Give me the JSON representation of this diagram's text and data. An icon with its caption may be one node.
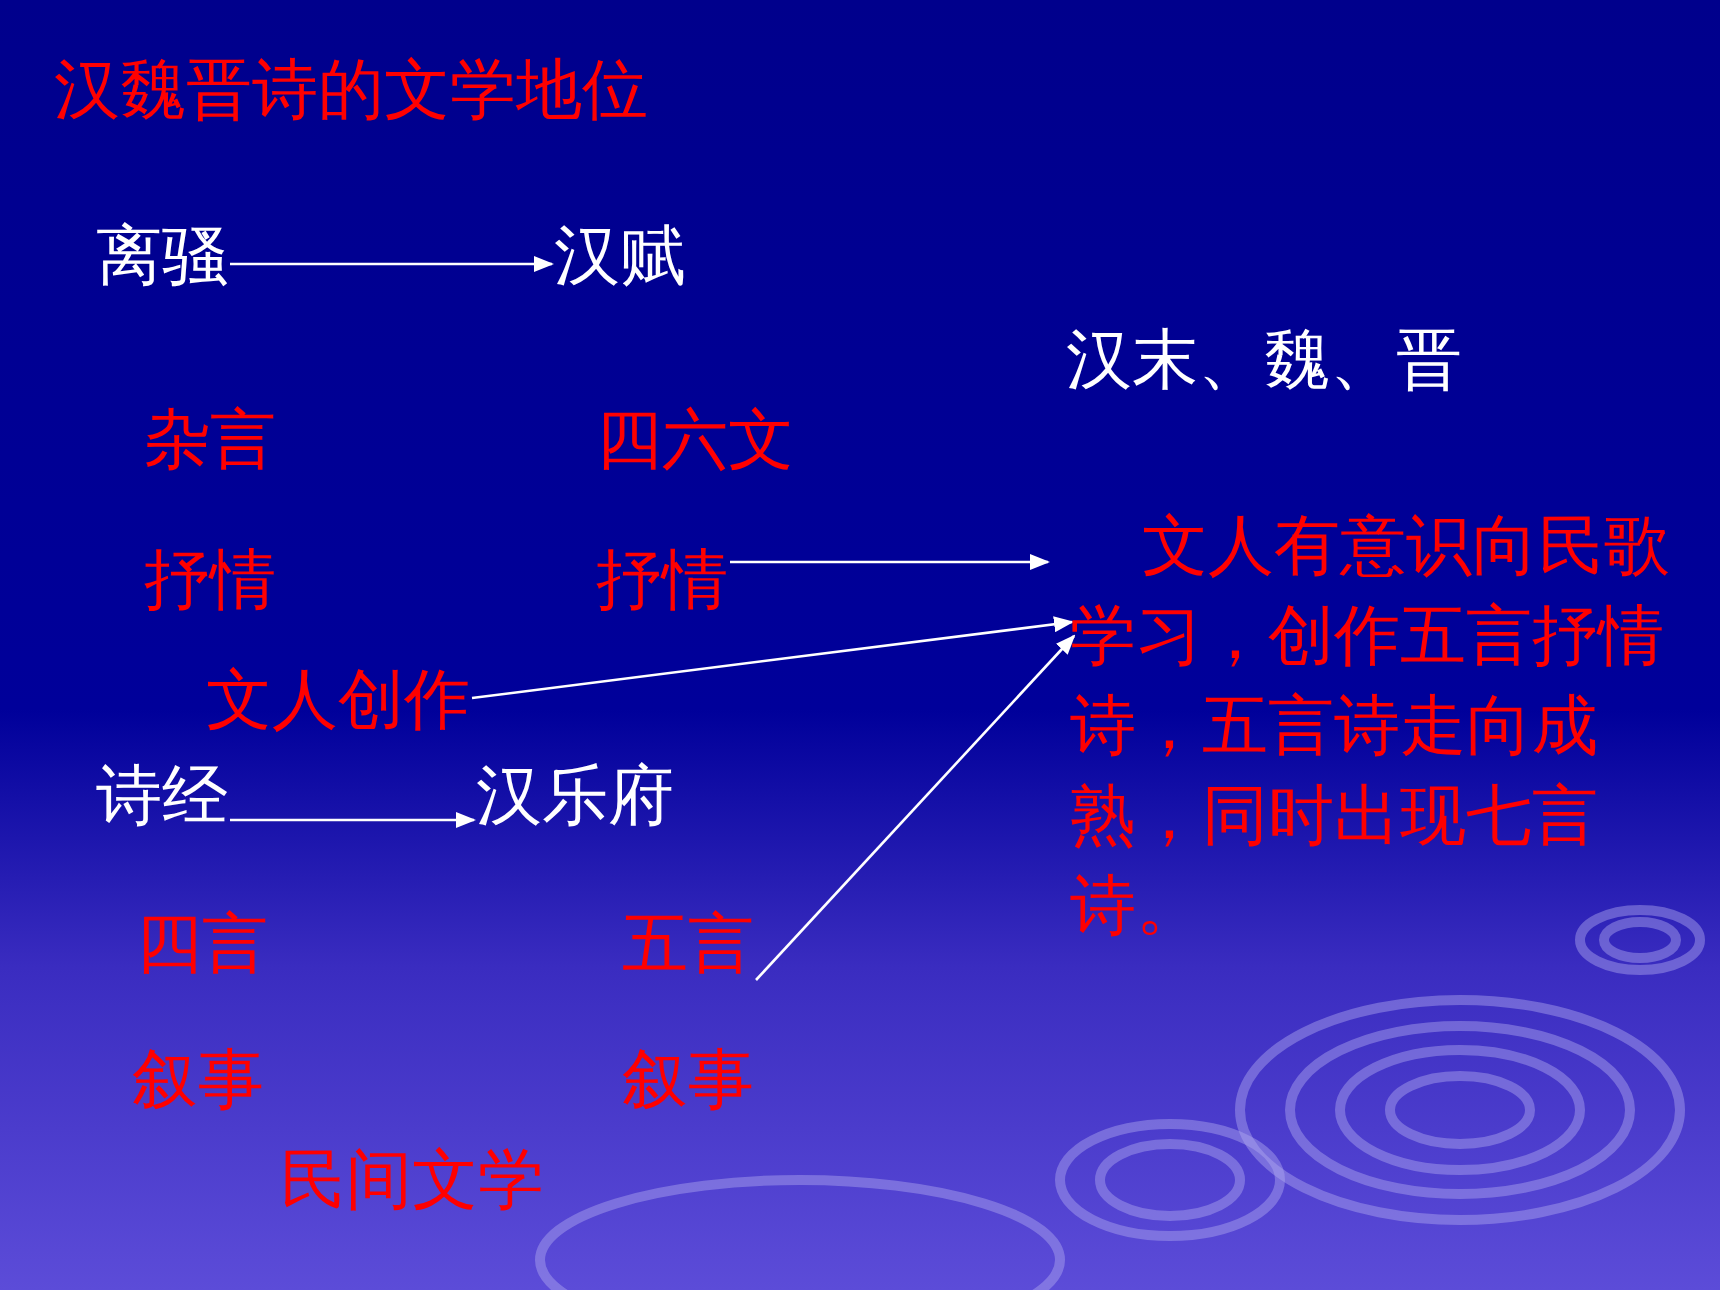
{
  "diagram": {
    "title": "汉魏晋诗的文学地位",
    "nodes": [
      {
        "text": [
          "离骚"
        ]
      },
      {
        "text": [
          "汉赋"
        ]
      },
      {
        "text": [
          "抒情"
        ]
      },
      {
        "text": [
          "文人创作"
        ]
      },
      {
        "text": [
          "文人有意识向民歌学习，创作五言抒情诗，五言诗走向成熟，同时出现七言诗。"
        ]
      },
      {
        "text": [
          "诗经"
        ]
      },
      {
        "text": [
          "汉乐府"
        ]
      },
      {
        "text": [
          "五言"
        ]
      }
    ],
    "edges": [
      {
        "from": 0,
        "to": 1,
        "arrow": "to"
      },
      {
        "from": 5,
        "to": 6,
        "arrow": "to"
      },
      {
        "from": 2,
        "to": 4,
        "arrow": "to"
      },
      {
        "from": 3,
        "to": 4,
        "arrow": "to"
      },
      {
        "from": 7,
        "to": 4,
        "arrow": "to"
      }
    ],
    "labels": [
      "汉末、魏、晋",
      "杂言",
      "四六文",
      "抒情",
      "四言",
      "叙事",
      "叙事",
      "民间文学"
    ]
  }
}
